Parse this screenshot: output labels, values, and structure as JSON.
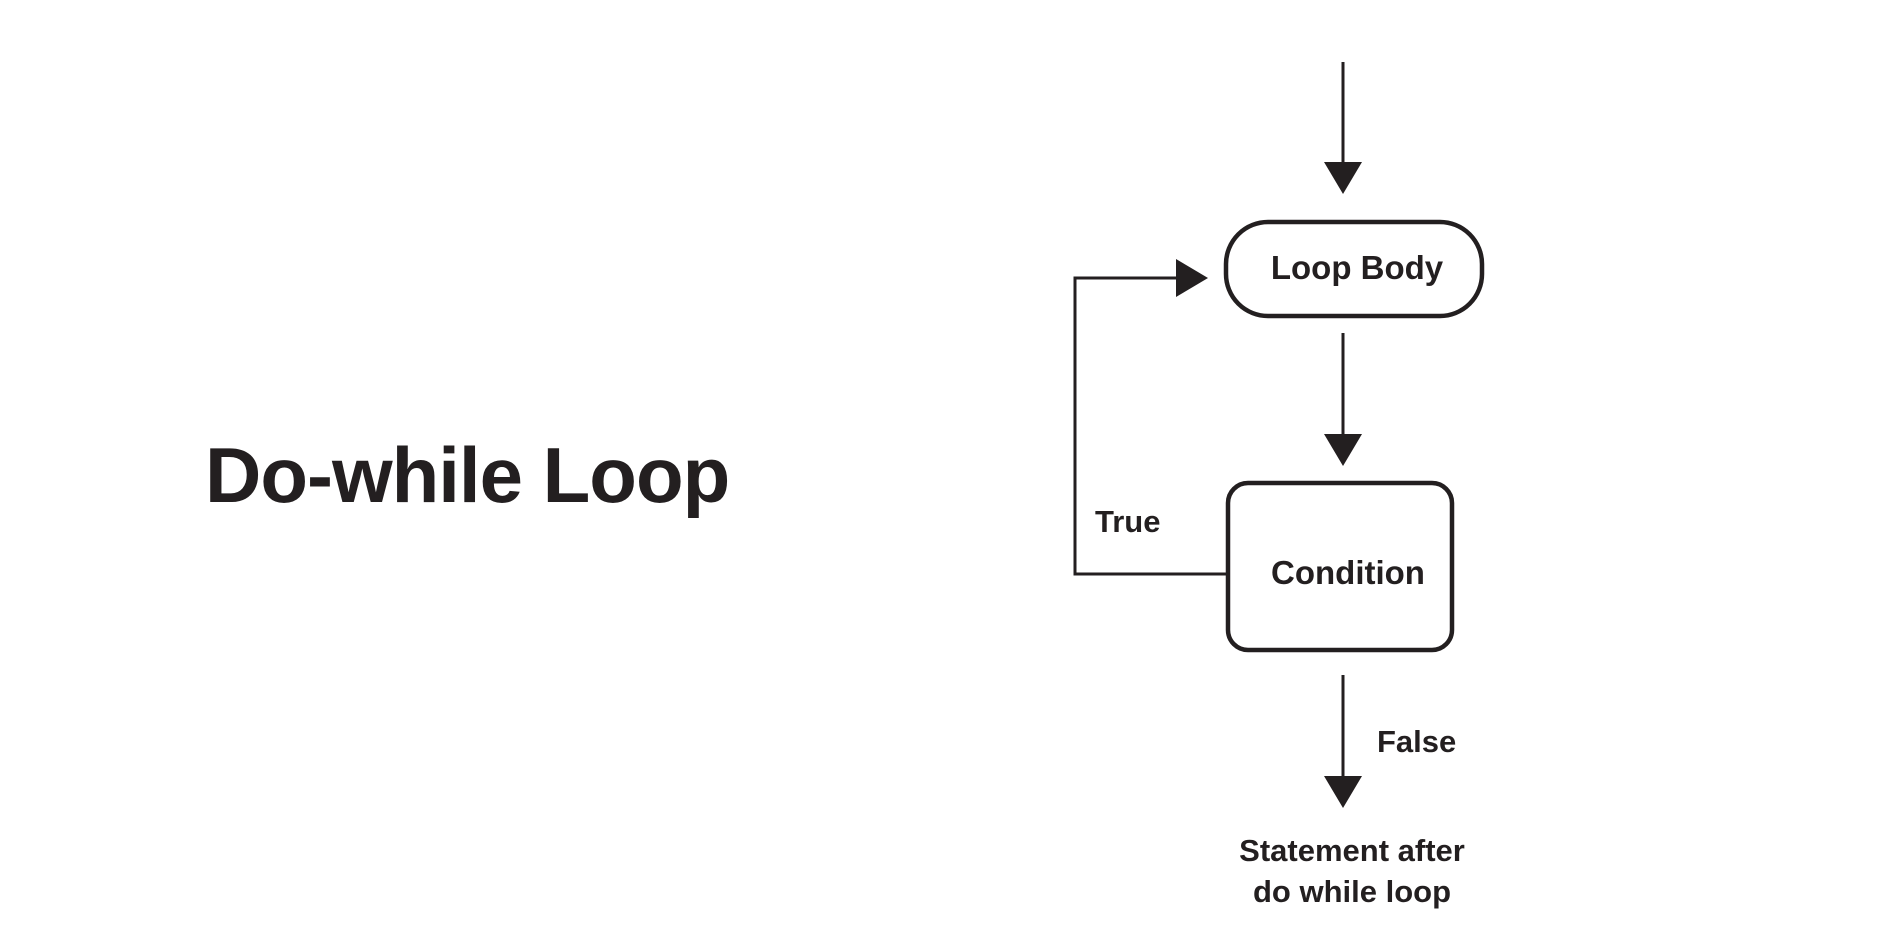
{
  "title": "Do-while Loop",
  "colors": {
    "ink": "#231f20",
    "background": "#ffffff"
  },
  "nodes": {
    "loop_body": {
      "label": "Loop Body"
    },
    "condition": {
      "label": "Condition"
    },
    "exit": {
      "label_lines": [
        "Statement after",
        "do while loop"
      ]
    }
  },
  "edges": {
    "true_label": "True",
    "false_label": "False"
  }
}
